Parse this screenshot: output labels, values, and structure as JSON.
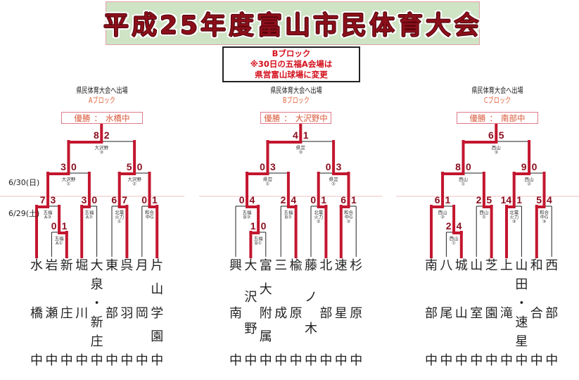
{
  "title": "平成25年度富山市民体育大会",
  "notice": {
    "lines": [
      "Bブロック",
      "※30日の五福A会場は",
      "県営富山球場に変更"
    ]
  },
  "dates": {
    "day2": "6/30(日)",
    "day1": "6/29(土)"
  },
  "champion_separator": "：",
  "colors": {
    "winner_path": "#c3162f",
    "loser_line": "#222222",
    "score": "#8b1020",
    "venue_text": "#333333",
    "date_divider": "#f0c2c2",
    "title_text": "#8b0f1a",
    "title_background": "#cfe3c5",
    "block_label": "#e0643c",
    "champion_text": "#d9583a",
    "notice_text": "#d4101c"
  },
  "blocks": [
    {
      "id": "A",
      "qualifier_label": "県民体育大会へ出場",
      "block_label": "Aブロック",
      "champion": {
        "label": "優勝",
        "team": "水橋中"
      },
      "teams": [
        {
          "name": "水橋中"
        },
        {
          "name": "岩瀬中"
        },
        {
          "name": "新庄中"
        },
        {
          "name": "堀川中"
        },
        {
          "name": "大泉・新庄中"
        },
        {
          "name": "東部中"
        },
        {
          "name": "呉羽中"
        },
        {
          "name": "月岡中"
        },
        {
          "name": "片山学園中"
        }
      ],
      "matches": [
        {
          "id": "R1",
          "round": "R1",
          "left": {
            "team": 1
          },
          "right": {
            "team": 2
          },
          "score": [
            0,
            1
          ],
          "winner": "right",
          "venue": [
            "五福",
            "A①"
          ]
        },
        {
          "id": "QF1",
          "round": "QF",
          "left": {
            "team": 0
          },
          "right": {
            "match": "R1"
          },
          "score": [
            7,
            3
          ],
          "winner": "left",
          "venue": [
            "五福",
            "A③"
          ]
        },
        {
          "id": "QF2",
          "round": "QF",
          "left": {
            "team": 3
          },
          "right": {
            "team": 4
          },
          "score": [
            3,
            0
          ],
          "winner": "left",
          "venue": [
            "五福",
            "A②"
          ]
        },
        {
          "id": "QF3",
          "round": "QF",
          "left": {
            "team": 5
          },
          "right": {
            "team": 6
          },
          "score": [
            6,
            7
          ],
          "winner": "right",
          "venue": [
            "北電",
            "火力",
            "①"
          ]
        },
        {
          "id": "QF4",
          "round": "QF",
          "left": {
            "team": 7
          },
          "right": {
            "team": 8
          },
          "score": [
            0,
            1
          ],
          "winner": "right",
          "venue": [
            "和合",
            "中G"
          ]
        },
        {
          "id": "SF1",
          "round": "SF",
          "left": {
            "match": "QF1"
          },
          "right": {
            "match": "QF2"
          },
          "score": [
            3,
            0
          ],
          "winner": "left",
          "venue": [
            "大沢野",
            "①"
          ]
        },
        {
          "id": "SF2",
          "round": "SF",
          "left": {
            "match": "QF3"
          },
          "right": {
            "match": "QF4"
          },
          "score": [
            5,
            0
          ],
          "winner": "left",
          "venue": [
            "大沢野",
            "②"
          ]
        },
        {
          "id": "F",
          "round": "F",
          "left": {
            "match": "SF1"
          },
          "right": {
            "match": "SF2"
          },
          "score": [
            8,
            2
          ],
          "winner": "left",
          "venue": [
            "大沢野",
            "③"
          ]
        }
      ]
    },
    {
      "id": "B",
      "qualifier_label": "県民体育大会へ出場",
      "block_label": "Bブロック",
      "champion": {
        "label": "優勝",
        "team": "大沢野中"
      },
      "teams": [
        {
          "name": "興南中"
        },
        {
          "name": "大沢野中"
        },
        {
          "name": "富大附属中"
        },
        {
          "name": "三成中"
        },
        {
          "name": "楡原中"
        },
        {
          "name": "藤ノ木中"
        },
        {
          "name": "北部中"
        },
        {
          "name": "速星中"
        },
        {
          "name": "杉原中"
        }
      ],
      "matches": [
        {
          "id": "R1",
          "round": "R1",
          "left": {
            "team": 1
          },
          "right": {
            "team": 2
          },
          "score": [
            1,
            0
          ],
          "winner": "left",
          "venue": [
            "五福",
            "B①"
          ]
        },
        {
          "id": "QF1",
          "round": "QF",
          "left": {
            "team": 0
          },
          "right": {
            "match": "R1"
          },
          "score": [
            0,
            4
          ],
          "winner": "right",
          "venue": [
            "五福",
            "B③"
          ]
        },
        {
          "id": "QF2",
          "round": "QF",
          "left": {
            "team": 3
          },
          "right": {
            "team": 4
          },
          "score": [
            2,
            4
          ],
          "winner": "right",
          "venue": [
            "五福",
            "B②"
          ]
        },
        {
          "id": "QF3",
          "round": "QF",
          "left": {
            "team": 5
          },
          "right": {
            "team": 6
          },
          "score": [
            0,
            1
          ],
          "winner": "right",
          "venue": [
            "北電",
            "火力",
            "②"
          ]
        },
        {
          "id": "QF4",
          "round": "QF",
          "left": {
            "team": 7
          },
          "right": {
            "team": 8
          },
          "score": [
            6,
            1
          ],
          "winner": "left",
          "venue": [
            "和合",
            "中G",
            "②"
          ]
        },
        {
          "id": "SF1",
          "round": "SF",
          "left": {
            "match": "QF1"
          },
          "right": {
            "match": "QF2"
          },
          "score": [
            0,
            3
          ],
          "winner": "left",
          "venue": [
            "県営",
            "①"
          ]
        },
        {
          "id": "SF2",
          "round": "SF",
          "left": {
            "match": "QF3"
          },
          "right": {
            "match": "QF4"
          },
          "score": [
            0,
            3
          ],
          "winner": "right",
          "venue": [
            "県営",
            "②"
          ]
        },
        {
          "id": "F",
          "round": "F",
          "left": {
            "match": "SF1"
          },
          "right": {
            "match": "SF2"
          },
          "score": [
            4,
            1
          ],
          "winner": "left",
          "venue": [
            "県営",
            "③"
          ]
        }
      ]
    },
    {
      "id": "C",
      "qualifier_label": "県民体育大会へ出場",
      "block_label": "Cブロック",
      "champion": {
        "label": "優勝",
        "team": "南部中"
      },
      "teams": [
        {
          "name": "南部中"
        },
        {
          "name": "八尾中"
        },
        {
          "name": "城山中"
        },
        {
          "name": "山室中"
        },
        {
          "name": "芝園中"
        },
        {
          "name": "上滝中"
        },
        {
          "name": "山田・速星中"
        },
        {
          "name": "和合中"
        },
        {
          "name": "西部中"
        }
      ],
      "matches": [
        {
          "id": "R1",
          "round": "R1",
          "left": {
            "team": 1
          },
          "right": {
            "team": 2
          },
          "score": [
            2,
            4
          ],
          "winner": "right",
          "venue": [
            "西山",
            "①"
          ]
        },
        {
          "id": "QF1",
          "round": "QF",
          "left": {
            "team": 0
          },
          "right": {
            "match": "R1"
          },
          "score": [
            6,
            1
          ],
          "winner": "left",
          "venue": [
            "西山",
            "③"
          ]
        },
        {
          "id": "QF2",
          "round": "QF",
          "left": {
            "team": 3
          },
          "right": {
            "team": 4
          },
          "score": [
            2,
            5
          ],
          "winner": "right",
          "venue": [
            "西山",
            "②"
          ]
        },
        {
          "id": "QF3",
          "round": "QF",
          "left": {
            "team": 5
          },
          "right": {
            "team": 6
          },
          "score": [
            14,
            1
          ],
          "winner": "left",
          "venue": [
            "北電",
            "火力",
            "③"
          ]
        },
        {
          "id": "QF4",
          "round": "QF",
          "left": {
            "team": 7
          },
          "right": {
            "team": 8
          },
          "score": [
            5,
            4
          ],
          "winner": "left",
          "venue": [
            "和合",
            "中G",
            "③"
          ]
        },
        {
          "id": "SF1",
          "round": "SF",
          "left": {
            "match": "QF1"
          },
          "right": {
            "match": "QF2"
          },
          "score": [
            8,
            0
          ],
          "winner": "left",
          "venue": [
            "西山",
            "①"
          ]
        },
        {
          "id": "SF2",
          "round": "SF",
          "left": {
            "match": "QF3"
          },
          "right": {
            "match": "QF4"
          },
          "score": [
            9,
            0
          ],
          "winner": "left",
          "venue": [
            "西山",
            "②"
          ]
        },
        {
          "id": "F",
          "round": "F",
          "left": {
            "match": "SF1"
          },
          "right": {
            "match": "SF2"
          },
          "score": [
            6,
            5
          ],
          "winner": "left",
          "venue": [
            "西山",
            "③"
          ]
        }
      ]
    }
  ]
}
